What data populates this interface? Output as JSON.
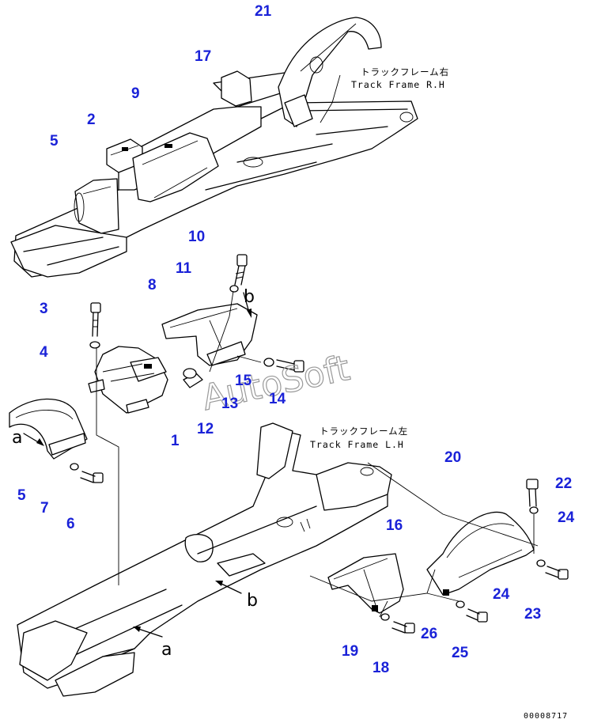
{
  "frame_labels": {
    "right_jp": "トラックフレーム右",
    "right_en": "Track Frame R.H",
    "left_jp": "トラックフレーム左",
    "left_en": "Track Frame L.H"
  },
  "callouts": [
    "21",
    "17",
    "9",
    "2",
    "5",
    "10",
    "11",
    "8",
    "3",
    "4",
    "15",
    "14",
    "13",
    "12",
    "1",
    "5",
    "7",
    "6",
    "20",
    "16",
    "22",
    "24",
    "24",
    "23",
    "26",
    "25",
    "19",
    "18"
  ],
  "refs": [
    "a",
    "a",
    "b",
    "b"
  ],
  "watermark": "AutoSoft",
  "drawing_code": "00008717"
}
